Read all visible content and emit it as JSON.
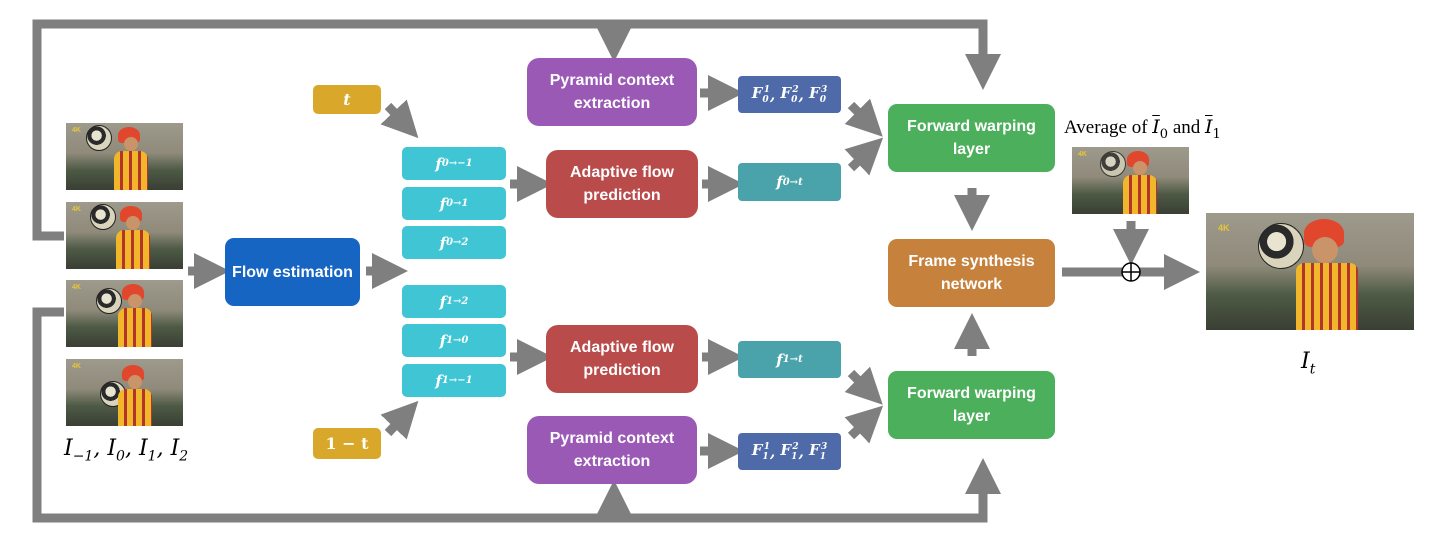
{
  "inputs_label": {
    "prefix": "I",
    "items": [
      "−1",
      "0",
      "1",
      "2"
    ]
  },
  "frame_brand": "4K",
  "flow_estimation": "Flow estimation",
  "t_box": "t",
  "one_minus_t_box": "1 − t",
  "flows_top": [
    "0→−1",
    "0→1",
    "0→2"
  ],
  "flows_bottom": [
    "1→2",
    "1→0",
    "1→−1"
  ],
  "pyramid_label": "Pyramid context extraction",
  "adaptive_label": "Adaptive flow prediction",
  "feat_top": {
    "base": "F",
    "sub": "0"
  },
  "feat_bottom": {
    "base": "F",
    "sub": "1"
  },
  "feat_levels": [
    "1",
    "2",
    "3"
  ],
  "flow_t_top": {
    "base": "f",
    "sub": "0→t"
  },
  "flow_t_bottom": {
    "base": "f",
    "sub": "1→t"
  },
  "forward_warping": "Forward warping layer",
  "frame_synthesis": "Frame synthesis network",
  "average": {
    "text_before": "Average of",
    "a": "I",
    "a_sub": "0",
    "and": "and",
    "b": "I",
    "b_sub": "1"
  },
  "output_label": {
    "base": "I",
    "sub": "t"
  },
  "colors": {
    "arrow": "#7f7f7f",
    "flow_estimation": "#1765c2",
    "time_box": "#d9a82a",
    "flow_box": "#3fc5d4",
    "pyramid": "#9b59b6",
    "adaptive": "#b94b4b",
    "feature": "#4f6aa8",
    "flow_t": "#4aa3ab",
    "warping": "#4caf5b",
    "synthesis": "#c6813c"
  }
}
